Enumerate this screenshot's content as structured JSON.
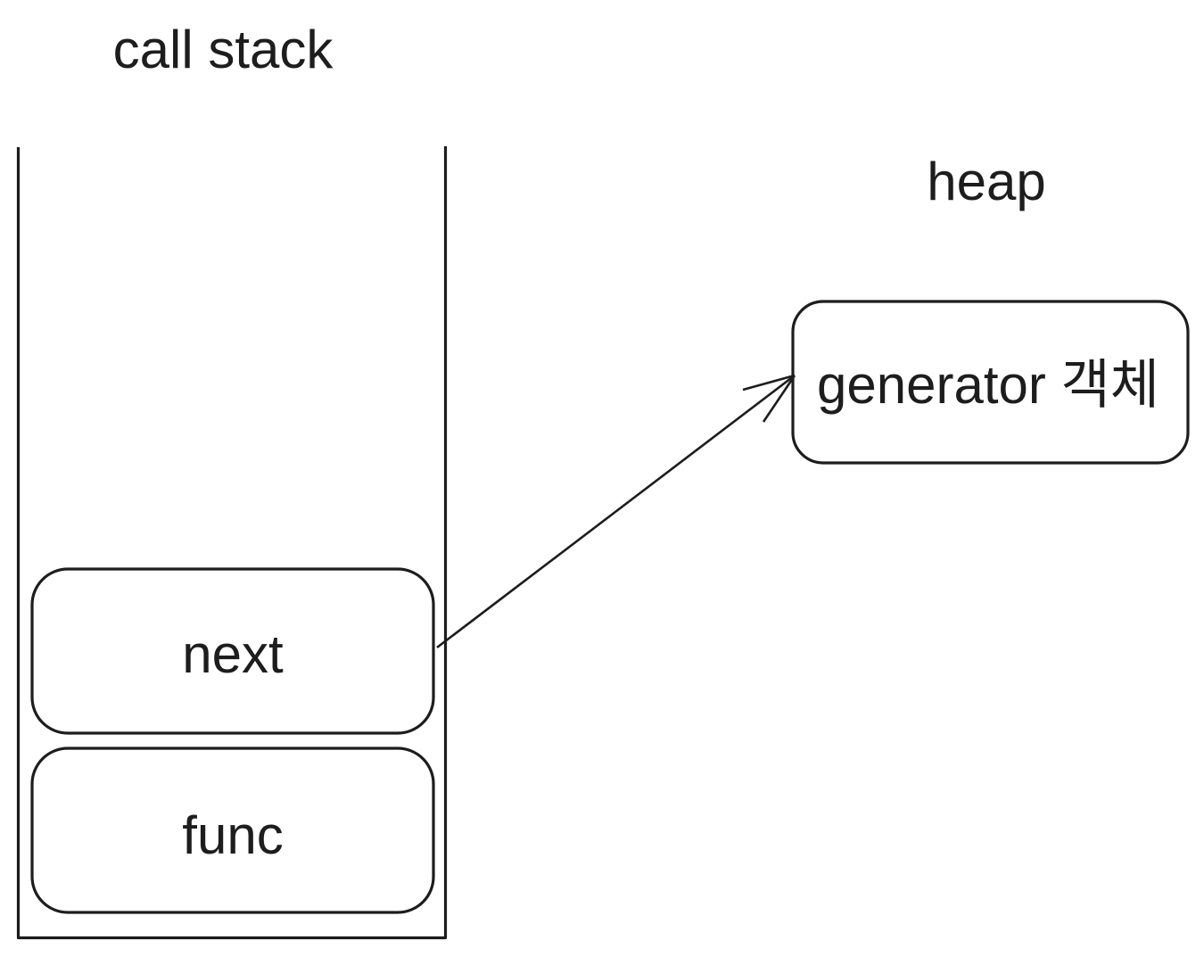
{
  "diagram": {
    "title_left": "call stack",
    "title_right": "heap",
    "stack": {
      "label": "call stack",
      "frames": [
        {
          "name": "next",
          "label": "next"
        },
        {
          "name": "func",
          "label": "func"
        }
      ]
    },
    "heap": {
      "label": "heap",
      "objects": [
        {
          "name": "generator-object",
          "label": "generator 객체"
        }
      ]
    },
    "connection": {
      "from": "next",
      "to": "generator-object",
      "style": "arrow"
    },
    "colors": {
      "stroke": "#1d1d1d",
      "background": "#ffffff",
      "text": "#1d1d1d"
    }
  }
}
